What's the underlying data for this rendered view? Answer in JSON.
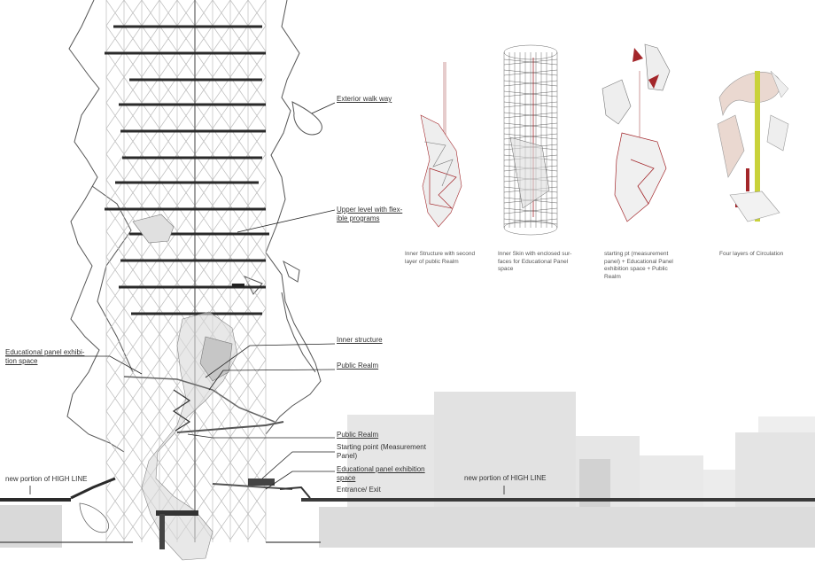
{
  "labels": {
    "exterior_walkway": "Exterior walk way",
    "upper_level": "Upper level with flex-\nible programs",
    "educational_panel_left": "Educational panel exhibi-\ntion space",
    "inner_structure": "Inner structure",
    "public_realm_1": "Public Realm",
    "public_realm_2": "Public Realm",
    "starting_point": "Starting point (Measurement\nPanel)",
    "educational_panel_right": "Educational panel exhibition\nspace",
    "entrance_exit": "Entrance/ Exit",
    "high_line_left": "new portion of HIGH LINE",
    "high_line_right": "new portion of HIGH LINE"
  },
  "thumbnails": [
    {
      "caption": "Inner Structure with second\nlayer of public Realm"
    },
    {
      "caption": "Inner Skin with enclosed sur-\nfaces for Educational Panel\nspace"
    },
    {
      "caption": "starting pt (measurement\npanel) + Educational Panel\nexhibition space + Public\nRealm"
    },
    {
      "caption": "Four layers of Circulation"
    }
  ],
  "colors": {
    "slab": "#2a2a2a",
    "structure": "#bdbdbd",
    "skin": "#555555",
    "context_buildings": "#e3e3e3",
    "context_buildings_dark": "#cfcfcf",
    "accent_red": "#a3262a",
    "accent_yellow": "#c9d23a"
  }
}
